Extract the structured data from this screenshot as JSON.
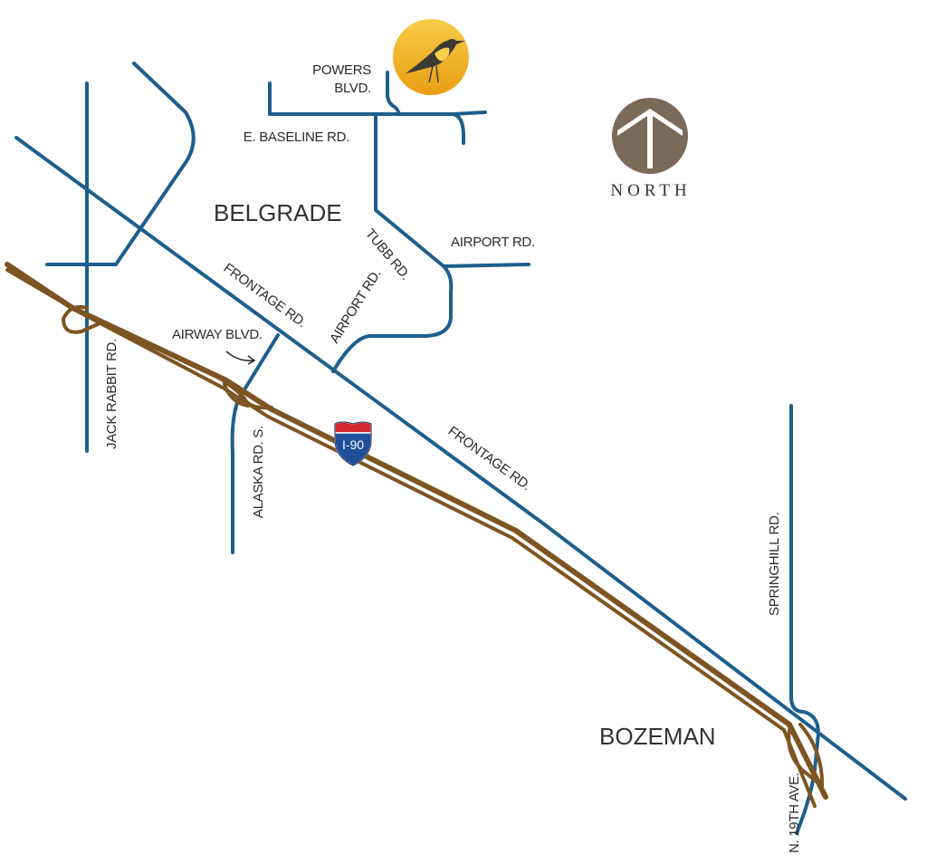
{
  "colors": {
    "road": "#1d5e8c",
    "highway": "#7d5522",
    "shield_red": "#d22630",
    "shield_blue": "#1f4e9b",
    "logo_gold": "#f2b01e",
    "north_badge": "#7a6a58"
  },
  "cities": {
    "belgrade": "BELGRADE",
    "bozeman": "BOZEMAN"
  },
  "roads": {
    "powers_line1": "POWERS",
    "powers_line2": "BLVD.",
    "baseline": "E. BASELINE RD.",
    "tubb": "TUBB RD.",
    "airport_upper": "AIRPORT RD.",
    "airport_lower": "AIRPORT RD.",
    "frontage_upper": "FRONTAGE RD.",
    "frontage_lower": "FRONTAGE RD.",
    "airway": "AIRWAY BLVD.",
    "jack_rabbit": "JACK RABBIT RD.",
    "alaska": "ALASKA RD. S.",
    "springhill": "SPRINGHILL RD.",
    "n19th": "N. 19TH AVE."
  },
  "interstate": {
    "label": "I-90"
  },
  "north": {
    "label": "NORTH",
    "icon": "north-arrow-icon"
  },
  "logo": {
    "icon": "meadowlark-icon"
  }
}
